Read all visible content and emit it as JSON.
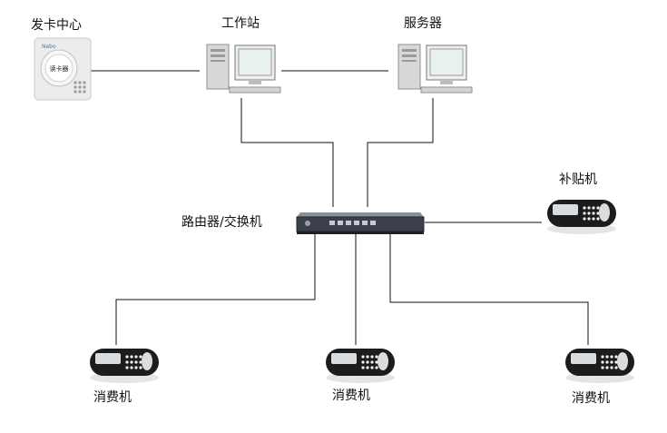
{
  "nodes": {
    "card_center": {
      "label": "发卡中心",
      "icon": "card-reader-icon"
    },
    "workstation": {
      "label": "工作站",
      "icon": "desktop-computer-icon"
    },
    "server": {
      "label": "服务器",
      "icon": "desktop-computer-icon"
    },
    "router": {
      "label": "路由器/交换机",
      "icon": "network-switch-icon"
    },
    "subsidy": {
      "label": "补贴机",
      "icon": "pos-terminal-icon"
    },
    "consumer_left": {
      "label": "消费机",
      "icon": "pos-terminal-icon"
    },
    "consumer_middle": {
      "label": "消费机",
      "icon": "pos-terminal-icon"
    },
    "consumer_right": {
      "label": "消费机",
      "icon": "pos-terminal-icon"
    }
  },
  "card_reader_text": "读卡器",
  "card_reader_brand": "Nebo",
  "connections": [
    [
      "card_center",
      "workstation"
    ],
    [
      "workstation",
      "server"
    ],
    [
      "workstation",
      "router"
    ],
    [
      "server",
      "router"
    ],
    [
      "router",
      "subsidy"
    ],
    [
      "router",
      "consumer_left"
    ],
    [
      "router",
      "consumer_middle"
    ],
    [
      "router",
      "consumer_right"
    ]
  ],
  "colors": {
    "wire": "#111111",
    "terminal_body": "#1c1c1c",
    "terminal_base": "#e4e4e4",
    "screen": "#e8f0f0",
    "tower": "#d8d8d8"
  }
}
